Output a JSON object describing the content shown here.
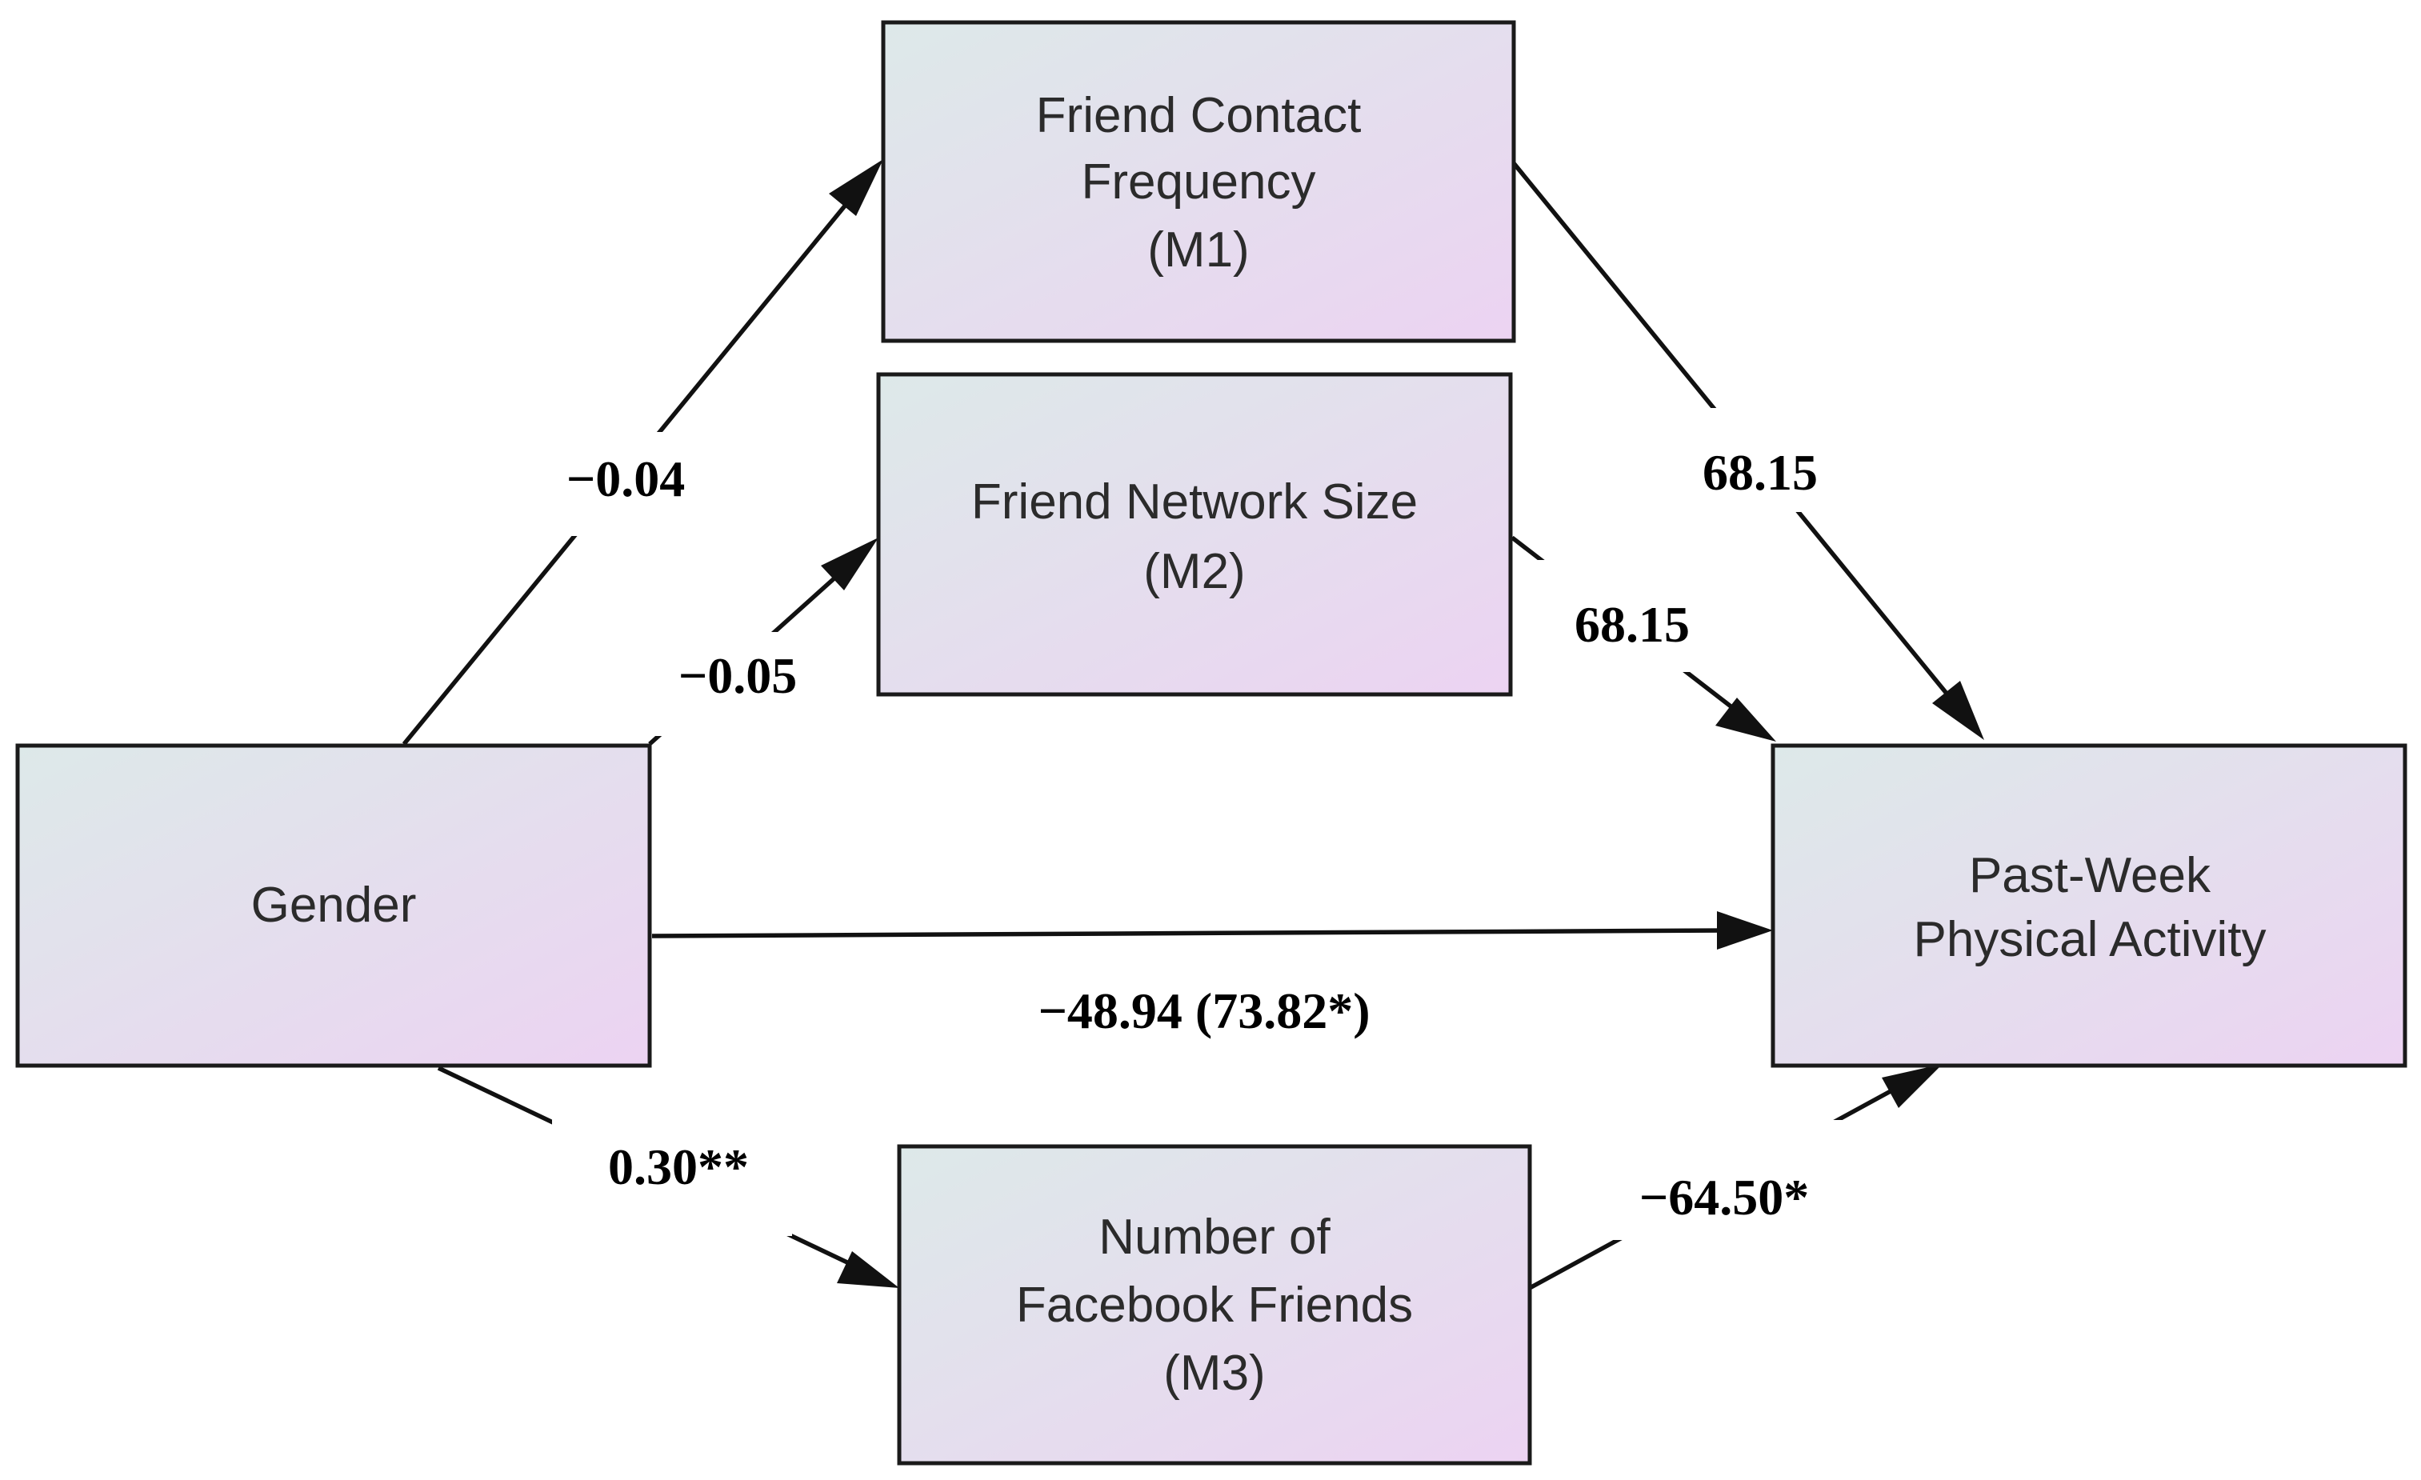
{
  "nodes": {
    "gender": {
      "lines": [
        "Gender"
      ]
    },
    "m1": {
      "lines": [
        "Friend Contact",
        "Frequency",
        "(M1)"
      ]
    },
    "m2": {
      "lines": [
        "Friend Network Size",
        "(M2)"
      ]
    },
    "m3": {
      "lines": [
        "Number of",
        "Facebook Friends",
        "(M3)"
      ]
    },
    "outcome": {
      "lines": [
        "Past-Week",
        "Physical Activity"
      ]
    }
  },
  "paths": {
    "gender_m1": "−0.04",
    "gender_m2": "−0.05",
    "gender_m3": "0.30**",
    "m1_outcome": "68.15",
    "m2_outcome": "68.15",
    "m3_outcome": "−64.50*",
    "gender_outcome": "−48.94 (73.82*)"
  },
  "colors": {
    "box_gradient_start": "#dde9e9",
    "box_gradient_end": "#ecd3f2",
    "line": "#111111"
  }
}
